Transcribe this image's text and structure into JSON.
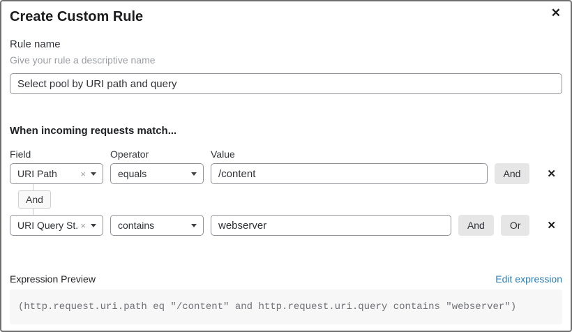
{
  "dialog": {
    "title": "Create Custom Rule"
  },
  "icons": {
    "close": "✕",
    "clear": "×",
    "delete": "✕"
  },
  "rule_name": {
    "label": "Rule name",
    "hint": "Give your rule a descriptive name",
    "value": "Select pool by URI path and query"
  },
  "match": {
    "heading": "When incoming requests match...",
    "columns": {
      "field": "Field",
      "operator": "Operator",
      "value": "Value"
    },
    "connector_label": "And",
    "rows": [
      {
        "field_value": "URI Path",
        "operator_value": "equals",
        "value": "/content",
        "and_label": "And"
      },
      {
        "field_value": "URI Query St...",
        "operator_value": "contains",
        "value": "webserver",
        "and_label": "And",
        "or_label": "Or"
      }
    ]
  },
  "expression": {
    "label": "Expression Preview",
    "edit_link": "Edit expression",
    "code": "(http.request.uri.path eq \"/content\" and http.request.uri.query contains \"webserver\")"
  },
  "colors": {
    "link_blue": "#2c7cb0",
    "button_gray": "#e6e6e6",
    "code_background": "#f7f7f8",
    "input_border": "#8f9196",
    "dialog_border": "#6f6f6f"
  }
}
